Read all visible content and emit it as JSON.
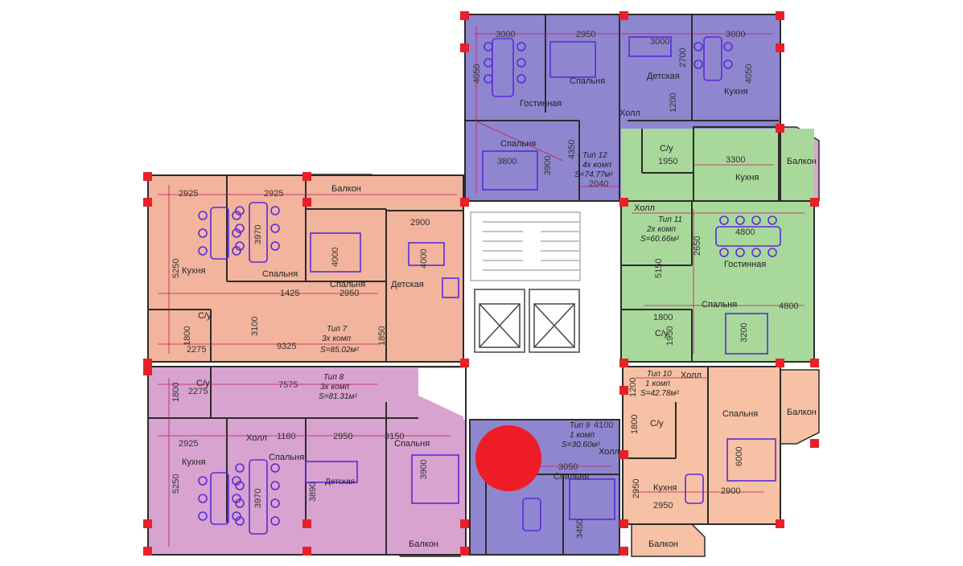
{
  "colors": {
    "apt12": "#8f86d0",
    "apt11": "#a9d89b",
    "apt7": "#f2b49c",
    "apt8": "#d8a3cf",
    "apt9": "#8f86d0",
    "apt10": "#f6c1a4",
    "balcony": "#d7a8c8",
    "core": "#ffffff",
    "column": "#e8202a",
    "marker": "#ee1c25",
    "dimension": "#c2185b",
    "furniture": "#5b2bd8"
  },
  "apartments": {
    "apt12": {
      "type": "Тип 12",
      "rooms": "4х комп",
      "area": "S=74.77м²"
    },
    "apt11": {
      "type": "Тип 11",
      "rooms": "2х комп",
      "area": "S=60.66м²"
    },
    "apt7": {
      "type": "Тип 7",
      "rooms": "3х комп",
      "area": "S=85.02м²"
    },
    "apt8": {
      "type": "Тип 8",
      "rooms": "3х комп",
      "area": "S=81.31м²"
    },
    "apt9": {
      "type": "Тип 9",
      "rooms": "1 комп",
      "area": "S=30.60м²"
    },
    "apt10": {
      "type": "Тип 10",
      "rooms": "1 комп",
      "area": "S=42.78м²"
    }
  },
  "rooms": {
    "living": "Гостинная",
    "bedroom": "Спальня",
    "kitchen": "Кухня",
    "kids": "Детская",
    "hall": "Холл",
    "bath": "С/у",
    "balcony": "Балкон"
  },
  "dims": {
    "d3000a": "3000",
    "d2950a": "2950",
    "d3000b": "3000",
    "d3000c": "3000",
    "d4050a": "4050",
    "d4050b": "4050",
    "d2700": "2700",
    "d1200a": "1200",
    "d4350": "4350",
    "d3800": "3800",
    "d3900a": "3900",
    "d2040": "2040",
    "d1950a": "1950",
    "d3300": "3300",
    "d4800a": "4800",
    "d2650": "2650",
    "d5150": "5150",
    "d4800b": "4800",
    "d3200": "3200",
    "d1800a": "1800",
    "d1950b": "1950",
    "d2925a": "2925",
    "d2925b": "2925",
    "d3970a": "3970",
    "d5250a": "5250",
    "d4000a": "4000",
    "d4000b": "4000",
    "d2900a": "2900",
    "d1425": "1425",
    "d2950b": "2950",
    "d3100": "3100",
    "d1850": "1850",
    "d1800b": "1800",
    "d2275a": "2275",
    "d9325": "9325",
    "d1800c": "1800",
    "d2275b": "2275",
    "d7575": "7575",
    "d2925c": "2925",
    "d1180": "1180",
    "d2950c": "2950",
    "d3150": "3150",
    "d5250b": "5250",
    "d3970b": "3970",
    "d3890": "3890",
    "d3900b": "3900",
    "d4100": "4100",
    "d3050": "3050",
    "d3450": "3450",
    "d1200b": "1200",
    "d1800d": "1800",
    "d6000": "6000",
    "d2900b": "2900",
    "d2950d": "2950",
    "d2950e": "2950"
  }
}
